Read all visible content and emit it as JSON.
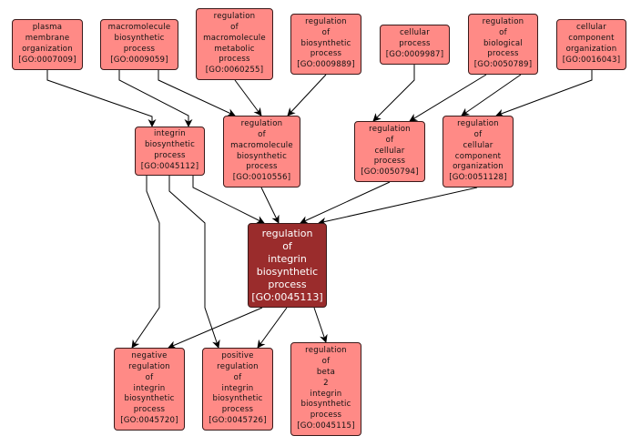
{
  "colors": {
    "node_fill": "#ff8a86",
    "focus_fill": "#9a2c2c",
    "edge": "#000000"
  },
  "nodes": [
    {
      "id": "n1",
      "lines": [
        "plasma",
        "membrane",
        "organization"
      ],
      "go_id": "[GO:0007009]"
    },
    {
      "id": "n2",
      "lines": [
        "macromolecule",
        "biosynthetic",
        "process"
      ],
      "go_id": "[GO:0009059]"
    },
    {
      "id": "n3",
      "lines": [
        "regulation",
        "of",
        "macromolecule",
        "metabolic",
        "process"
      ],
      "go_id": "[GO:0060255]"
    },
    {
      "id": "n4",
      "lines": [
        "regulation",
        "of",
        "biosynthetic",
        "process"
      ],
      "go_id": "[GO:0009889]"
    },
    {
      "id": "n5",
      "lines": [
        "cellular",
        "process"
      ],
      "go_id": "[GO:0009987]"
    },
    {
      "id": "n6",
      "lines": [
        "regulation",
        "of",
        "biological",
        "process"
      ],
      "go_id": "[GO:0050789]"
    },
    {
      "id": "n7",
      "lines": [
        "cellular",
        "component",
        "organization"
      ],
      "go_id": "[GO:0016043]"
    },
    {
      "id": "n8",
      "lines": [
        "integrin",
        "biosynthetic",
        "process"
      ],
      "go_id": "[GO:0045112]"
    },
    {
      "id": "n9",
      "lines": [
        "regulation",
        "of",
        "macromolecule",
        "biosynthetic",
        "process"
      ],
      "go_id": "[GO:0010556]"
    },
    {
      "id": "n10",
      "lines": [
        "regulation",
        "of",
        "cellular",
        "process"
      ],
      "go_id": "[GO:0050794]"
    },
    {
      "id": "n11",
      "lines": [
        "regulation",
        "of",
        "cellular",
        "component",
        "organization"
      ],
      "go_id": "[GO:0051128]"
    },
    {
      "id": "n12",
      "lines": [
        "regulation",
        "of",
        "integrin",
        "biosynthetic",
        "process"
      ],
      "go_id": "[GO:0045113]",
      "focus": true
    },
    {
      "id": "n13",
      "lines": [
        "negative",
        "regulation",
        "of",
        "integrin",
        "biosynthetic",
        "process"
      ],
      "go_id": "[GO:0045720]"
    },
    {
      "id": "n14",
      "lines": [
        "positive",
        "regulation",
        "of",
        "integrin",
        "biosynthetic",
        "process"
      ],
      "go_id": "[GO:0045726]"
    },
    {
      "id": "n15",
      "lines": [
        "regulation",
        "of",
        "beta",
        "2",
        "integrin",
        "biosynthetic",
        "process"
      ],
      "go_id": "[GO:0045115]"
    }
  ],
  "edges": [
    [
      "n1",
      "n8"
    ],
    [
      "n2",
      "n8"
    ],
    [
      "n2",
      "n9"
    ],
    [
      "n3",
      "n9"
    ],
    [
      "n4",
      "n9"
    ],
    [
      "n5",
      "n10"
    ],
    [
      "n6",
      "n10"
    ],
    [
      "n6",
      "n11"
    ],
    [
      "n7",
      "n11"
    ],
    [
      "n8",
      "n12"
    ],
    [
      "n9",
      "n12"
    ],
    [
      "n10",
      "n12"
    ],
    [
      "n11",
      "n12"
    ],
    [
      "n8",
      "n13"
    ],
    [
      "n8",
      "n14"
    ],
    [
      "n12",
      "n13"
    ],
    [
      "n12",
      "n14"
    ],
    [
      "n12",
      "n15"
    ]
  ]
}
